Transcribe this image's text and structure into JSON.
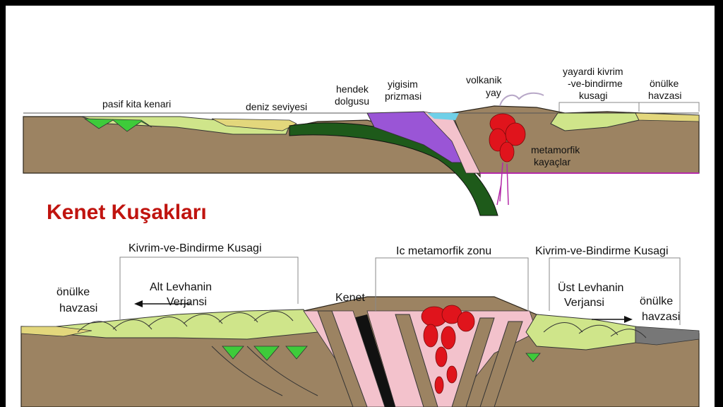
{
  "title": "Kenet Kuşakları",
  "colors": {
    "title": "#c0140f",
    "crust_brown": "#9c8362",
    "sediment_yellow": "#e3d77c",
    "sediment_lime": "#cfe58a",
    "green_layer": "#3ecb3a",
    "slab_green": "#1e5a1a",
    "prism_purple": "#9a55d6",
    "pink_zone": "#f3c2cc",
    "magma_red": "#e0141c",
    "sea_cyan": "#6fd0e8",
    "metamorphic_line": "#b42aa8"
  },
  "top_section": {
    "labels": {
      "pasif": "pasif kita kenari",
      "deniz": "deniz seviyesi",
      "hendek1": "hendek",
      "hendek2": "dolgusu",
      "yigisim1": "yigisim",
      "yigisim2": "prizmasi",
      "volkanik1": "volkanik",
      "volkanik2": "yay",
      "yayardi1": "yayardi kivrim",
      "yayardi2": "-ve-bindirme",
      "yayardi3": "kusagi",
      "onulke1": "önülke",
      "onulke2": "havzasi",
      "meta1": "metamorfik",
      "meta2": "kayaçlar"
    }
  },
  "bottom_section": {
    "labels": {
      "kivrim_left": "Kivrim-ve-Bindirme Kusagi",
      "ic_meta": "Ic metamorfik zonu",
      "kivrim_right": "Kivrim-ve-Bindirme Kusagi",
      "onulke_left1": "önülke",
      "onulke_left2": "havzasi",
      "alt1": "Alt Levhanin",
      "alt2": "Verjansi",
      "kenet": "Kenet",
      "ust1": "Üst Levhanin",
      "ust2": "Verjansi",
      "onulke_right1": "önülke",
      "onulke_right2": "havzasi"
    }
  }
}
